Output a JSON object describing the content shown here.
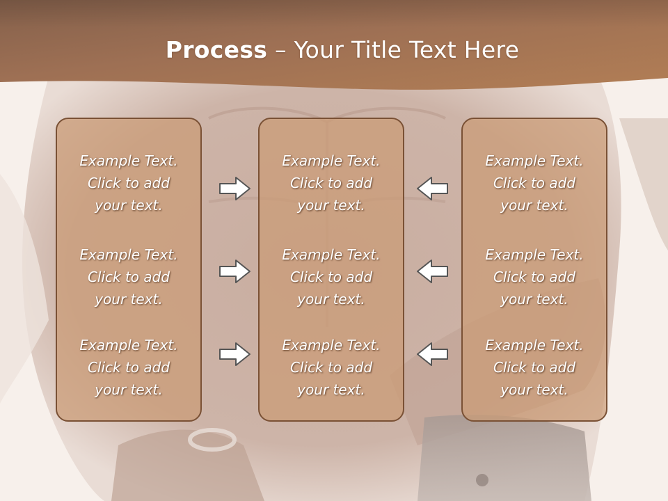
{
  "title": {
    "bold": "Process",
    "rest": " – Your Title Text Here"
  },
  "panels": [
    {
      "items": [
        {
          "line1": "Example Text.",
          "line2": "Click  to add",
          "line3": "your text."
        },
        {
          "line1": "Example Text.",
          "line2": "Click  to add",
          "line3": "your text."
        },
        {
          "line1": "Example Text.",
          "line2": "Click  to add",
          "line3": "your text."
        }
      ]
    },
    {
      "items": [
        {
          "line1": "Example Text.",
          "line2": "Click  to add",
          "line3": "your text."
        },
        {
          "line1": "Example Text.",
          "line2": "Click  to add",
          "line3": "your text."
        },
        {
          "line1": "Example Text.",
          "line2": "Click  to add",
          "line3": "your text."
        }
      ]
    },
    {
      "items": [
        {
          "line1": "Example Text.",
          "line2": "Click  to add",
          "line3": "your text."
        },
        {
          "line1": "Example Text.",
          "line2": "Click  to add",
          "line3": "your text."
        },
        {
          "line1": "Example Text.",
          "line2": "Click  to add",
          "line3": "your text."
        }
      ]
    }
  ],
  "arrows": {
    "left_column": "arrow-right-icon",
    "right_column": "arrow-left-icon"
  },
  "colors": {
    "header": "#9a6a48",
    "panel_fill": "#cfa585",
    "panel_border": "#7a5135",
    "text": "#ffffff",
    "background": "#f6efea"
  }
}
